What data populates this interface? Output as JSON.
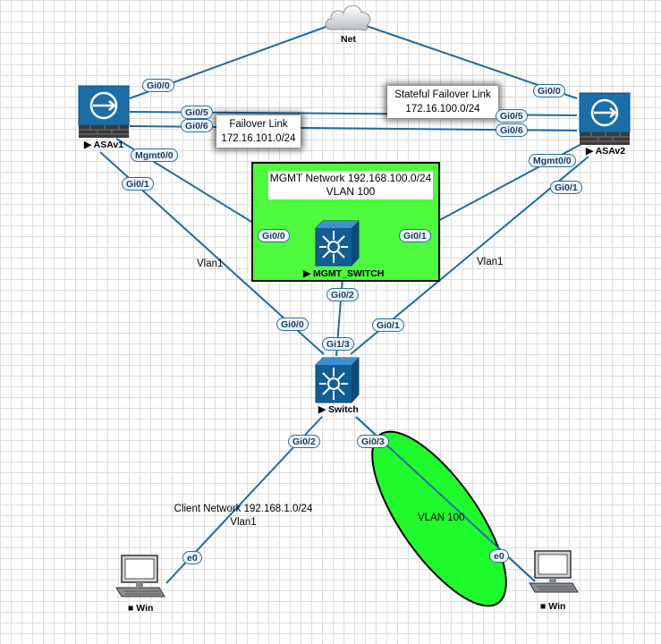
{
  "nodes": {
    "net": {
      "label": "Net"
    },
    "asav1": {
      "label": "ASAv1"
    },
    "asav2": {
      "label": "ASAv2"
    },
    "mgmt_switch": {
      "label": "MGMT_SWITCH"
    },
    "switch": {
      "label": "Switch"
    },
    "win_left": {
      "label": "Win"
    },
    "win_right": {
      "label": "Win"
    }
  },
  "networks": {
    "mgmt": {
      "line1": "MGMT Network 192.168.100.0/24",
      "line2": "VLAN 100"
    },
    "client": {
      "line1": "Client Network 192.168.1.0/24",
      "line2": "Vlan1"
    },
    "vlan100_ellipse": "VLAN 100"
  },
  "notes": {
    "failover": {
      "line1": "Failover Link",
      "line2": "172.16.101.0/24"
    },
    "stateful": {
      "line1": "Stateful Failover Link",
      "line2": "172.16.100.0/24"
    }
  },
  "link_labels": {
    "vlan1_left": "Vlan1",
    "vlan1_right": "Vlan1"
  },
  "ports": {
    "asav1_gi00": "Gi0/0",
    "asav1_gi05": "Gi0/5",
    "asav1_gi06": "Gi0/6",
    "asav1_mgmt": "Mgmt0/0",
    "asav1_gi01": "Gi0/1",
    "asav2_gi00": "Gi0/0",
    "asav2_gi05": "Gi0/5",
    "asav2_gi06": "Gi0/6",
    "asav2_mgmt": "Mgmt0/0",
    "asav2_gi01": "Gi0/1",
    "mgmtsw_gi00": "Gi0/0",
    "mgmtsw_gi01": "Gi0/1",
    "mgmtsw_gi02": "Gi0/2",
    "sw_gi00": "Gi0/0",
    "sw_gi13": "Gi1/3",
    "sw_gi01": "Gi0/1",
    "sw_gi02": "Gi0/2",
    "sw_gi03": "Gi0/3",
    "winl_e0": "e0",
    "winr_e0": "e0"
  },
  "colors": {
    "link": "#1f6aa5",
    "mgmt_fill": "#4dfa3c",
    "vlan100_fill": "#1efa2a",
    "device": "#1b6ea8"
  }
}
